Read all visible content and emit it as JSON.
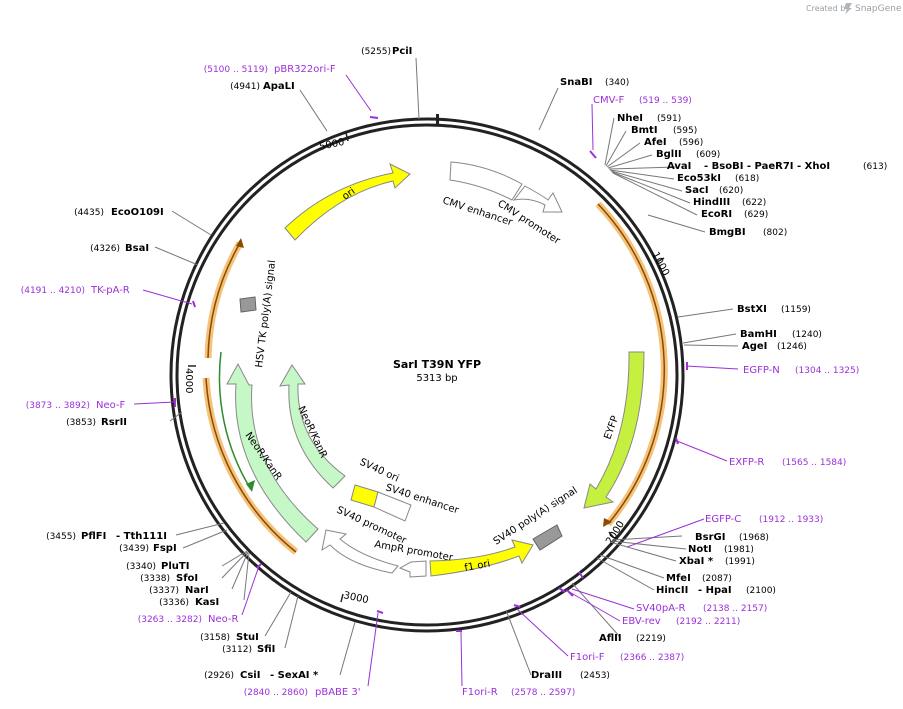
{
  "plasmid": {
    "name": "SarI T39N YFP",
    "size_label": "5313 bp"
  },
  "branding": {
    "created_by": "Created by",
    "logo": "SnapGene"
  },
  "enzymes": [
    {
      "name": "PciI",
      "pos": "(5255)"
    },
    {
      "name": "ApaLI",
      "pos": "(4941)"
    },
    {
      "name": "EcoO109I",
      "pos": "(4435)"
    },
    {
      "name": "BsaI",
      "pos": "(4326)"
    },
    {
      "name": "RsrII",
      "pos": "(3853)"
    },
    {
      "name": "PflFI",
      "pos": "(3455)",
      "extra": "- Tth111I"
    },
    {
      "name": "FspI",
      "pos": "(3439)"
    },
    {
      "name": "PluTI",
      "pos": "(3340)"
    },
    {
      "name": "SfoI",
      "pos": "(3338)"
    },
    {
      "name": "NarI",
      "pos": "(3337)"
    },
    {
      "name": "KasI",
      "pos": "(3336)"
    },
    {
      "name": "StuI",
      "pos": "(3158)"
    },
    {
      "name": "SfiI",
      "pos": "(3112)"
    },
    {
      "name": "CsiI",
      "pos": "(2926)",
      "extra": "- SexAI *"
    },
    {
      "name": "SnaBI",
      "pos": "(340)"
    },
    {
      "name": "NheI",
      "pos": "(591)"
    },
    {
      "name": "BmtI",
      "pos": "(595)"
    },
    {
      "name": "AfeI",
      "pos": "(596)"
    },
    {
      "name": "BglII",
      "pos": "(609)"
    },
    {
      "name": "AvaI",
      "pos": "(613)",
      "extra": "- BsoBI   - PaeR7I   - XhoI"
    },
    {
      "name": "Eco53kI",
      "pos": "(618)"
    },
    {
      "name": "SacI",
      "pos": "(620)"
    },
    {
      "name": "HindIII",
      "pos": "(622)"
    },
    {
      "name": "EcoRI",
      "pos": "(629)"
    },
    {
      "name": "BmgBI",
      "pos": "(802)"
    },
    {
      "name": "BstXI",
      "pos": "(1159)"
    },
    {
      "name": "BamHI",
      "pos": "(1240)"
    },
    {
      "name": "AgeI",
      "pos": "(1246)"
    },
    {
      "name": "BsrGI",
      "pos": "(1968)"
    },
    {
      "name": "NotI",
      "pos": "(1981)"
    },
    {
      "name": "XbaI *",
      "pos": "(1991)"
    },
    {
      "name": "MfeI",
      "pos": "(2087)"
    },
    {
      "name": "HincII",
      "pos": "(2100)",
      "extra": "- HpaI"
    },
    {
      "name": "AflII",
      "pos": "(2219)"
    },
    {
      "name": "DraIII",
      "pos": "(2453)"
    }
  ],
  "primers": [
    {
      "name": "pBR322ori-F",
      "range": "(5100 .. 5119)"
    },
    {
      "name": "TK-pA-R",
      "range": "(4191 .. 4210)"
    },
    {
      "name": "Neo-F",
      "range": "(3873 .. 3892)"
    },
    {
      "name": "Neo-R",
      "range": "(3263 .. 3282)"
    },
    {
      "name": "pBABE 3'",
      "range": "(2840 .. 2860)"
    },
    {
      "name": "F1ori-R",
      "range": "(2578 .. 2597)"
    },
    {
      "name": "F1ori-F",
      "range": "(2366 .. 2387)"
    },
    {
      "name": "EBV-rev",
      "range": "(2192 .. 2211)"
    },
    {
      "name": "SV40pA-R",
      "range": "(2138 .. 2157)"
    },
    {
      "name": "EGFP-C",
      "range": "(1912 .. 1933)"
    },
    {
      "name": "EXFP-R",
      "range": "(1565 .. 1584)"
    },
    {
      "name": "EGFP-N",
      "range": "(1304 .. 1325)"
    },
    {
      "name": "CMV-F",
      "range": "(519 .. 539)"
    }
  ],
  "features": {
    "ori": "ori",
    "cmv_enhancer": "CMV enhancer",
    "cmv_promoter": "CMV promoter",
    "eyfp": "EYFP",
    "sv40_polya": "SV40 poly(A) signal",
    "f1_ori": "f1 ori",
    "ampr_promoter": "AmpR promoter",
    "sv40_promoter": "SV40 promoter",
    "sv40_enhancer": "SV40 enhancer",
    "sv40_ori": "SV40 ori",
    "neor_inner": "NeoR/KanR",
    "neor_outer": "NeoR/KanR",
    "hsv_tk": "HSV TK poly(A) signal"
  },
  "ticks": {
    "t1000": "1000",
    "t2000": "2000",
    "t3000": "3000",
    "t4000": "4000",
    "t5000": "5000"
  },
  "colors": {
    "primer": "#9b30d9",
    "ori": "#ffff00",
    "eyfp": "#c6f040",
    "neo": "#c6f7c6",
    "orf": "#f4c27a",
    "orf_line": "#8a4b00",
    "terminator": "#999999",
    "backbone": "#222222"
  }
}
